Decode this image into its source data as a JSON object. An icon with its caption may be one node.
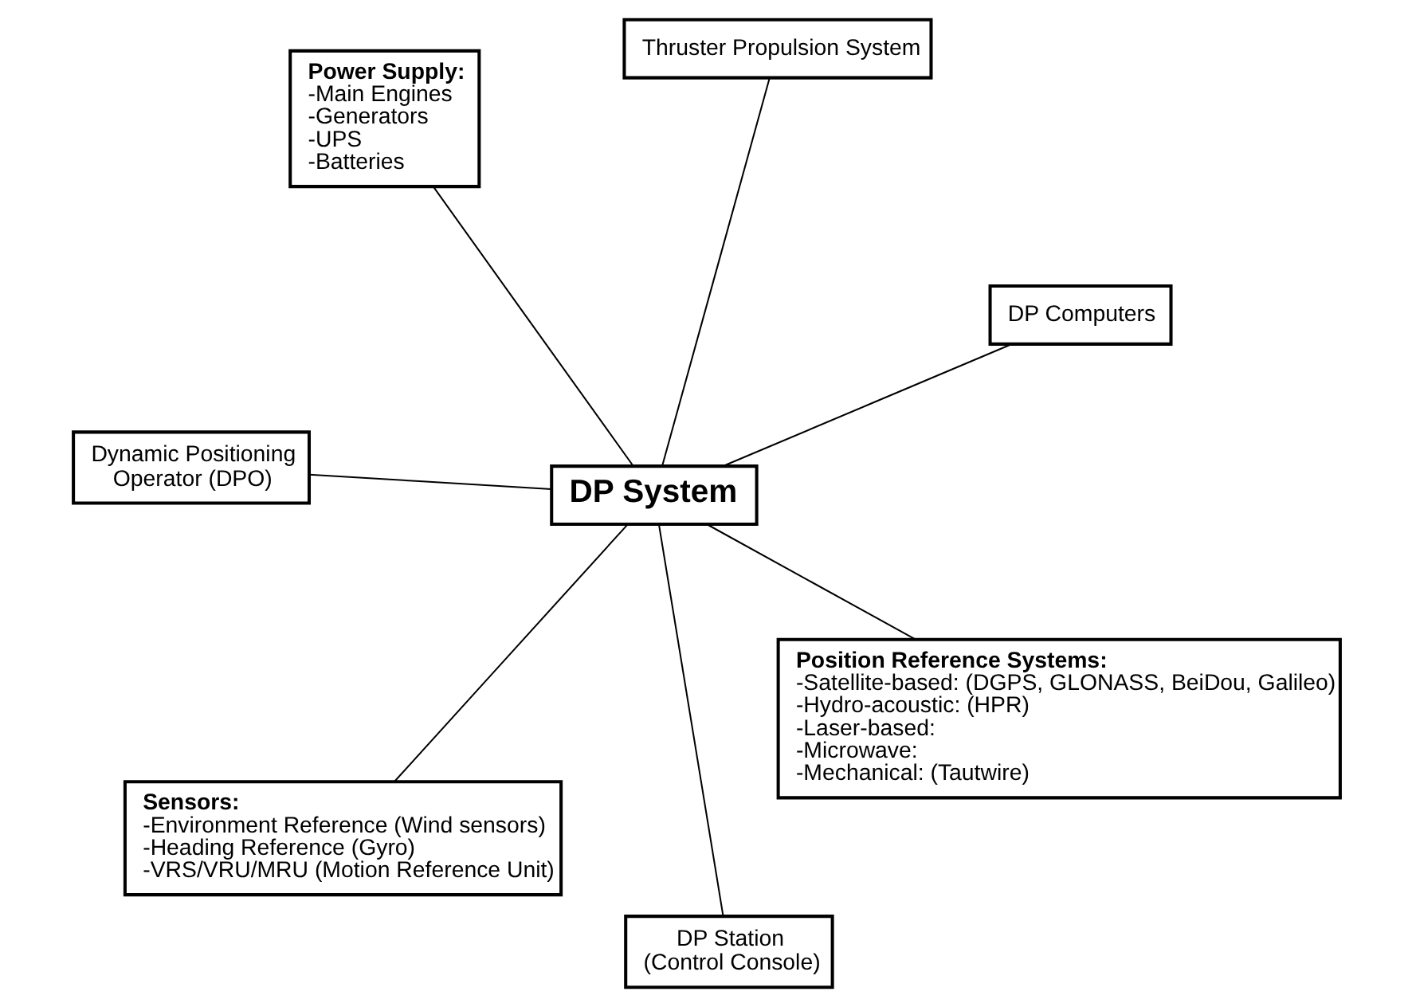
{
  "diagram": {
    "nodes": [
      {
        "text": [
          "Dynamic Positioning Operator (DPO)"
        ]
      },
      {
        "text": [
          "DP Computers"
        ]
      },
      {
        "text": [
          "DP Station (Control Console)"
        ]
      },
      {
        "text": [
          "Thruster Propulsion System"
        ]
      },
      {
        "text": [
          "DP System"
        ]
      },
      {
        "text": [
          "Power Supply:",
          "-Main Engines",
          "-Generators",
          "-UPS",
          "-Batteries"
        ]
      },
      {
        "text": [
          "Sensors:",
          "-Environment Reference (Wind sensors)",
          "-Heading Reference (Gyro)",
          "-VRS/VRU/MRU (Motion Reference Unit)"
        ]
      },
      {
        "text": [
          "Position Reference Systems:",
          "-Satellite-based: (DGPS, GLONASS, BeiDou, Galileo)",
          "-Hydro-acoustic: (HPR)",
          "-Laser-based:",
          "-Microwave:",
          "-Mechanical: (Tautwire)"
        ]
      }
    ],
    "edges": [
      {
        "from": 4,
        "to": 0,
        "arrow": "none"
      },
      {
        "from": 4,
        "to": 1,
        "arrow": "none"
      },
      {
        "from": 4,
        "to": 2,
        "arrow": "none"
      },
      {
        "from": 4,
        "to": 3,
        "arrow": "none"
      },
      {
        "from": 4,
        "to": 5,
        "arrow": "none"
      },
      {
        "from": 4,
        "to": 6,
        "arrow": "none"
      },
      {
        "from": 4,
        "to": 7,
        "arrow": "none"
      }
    ]
  }
}
